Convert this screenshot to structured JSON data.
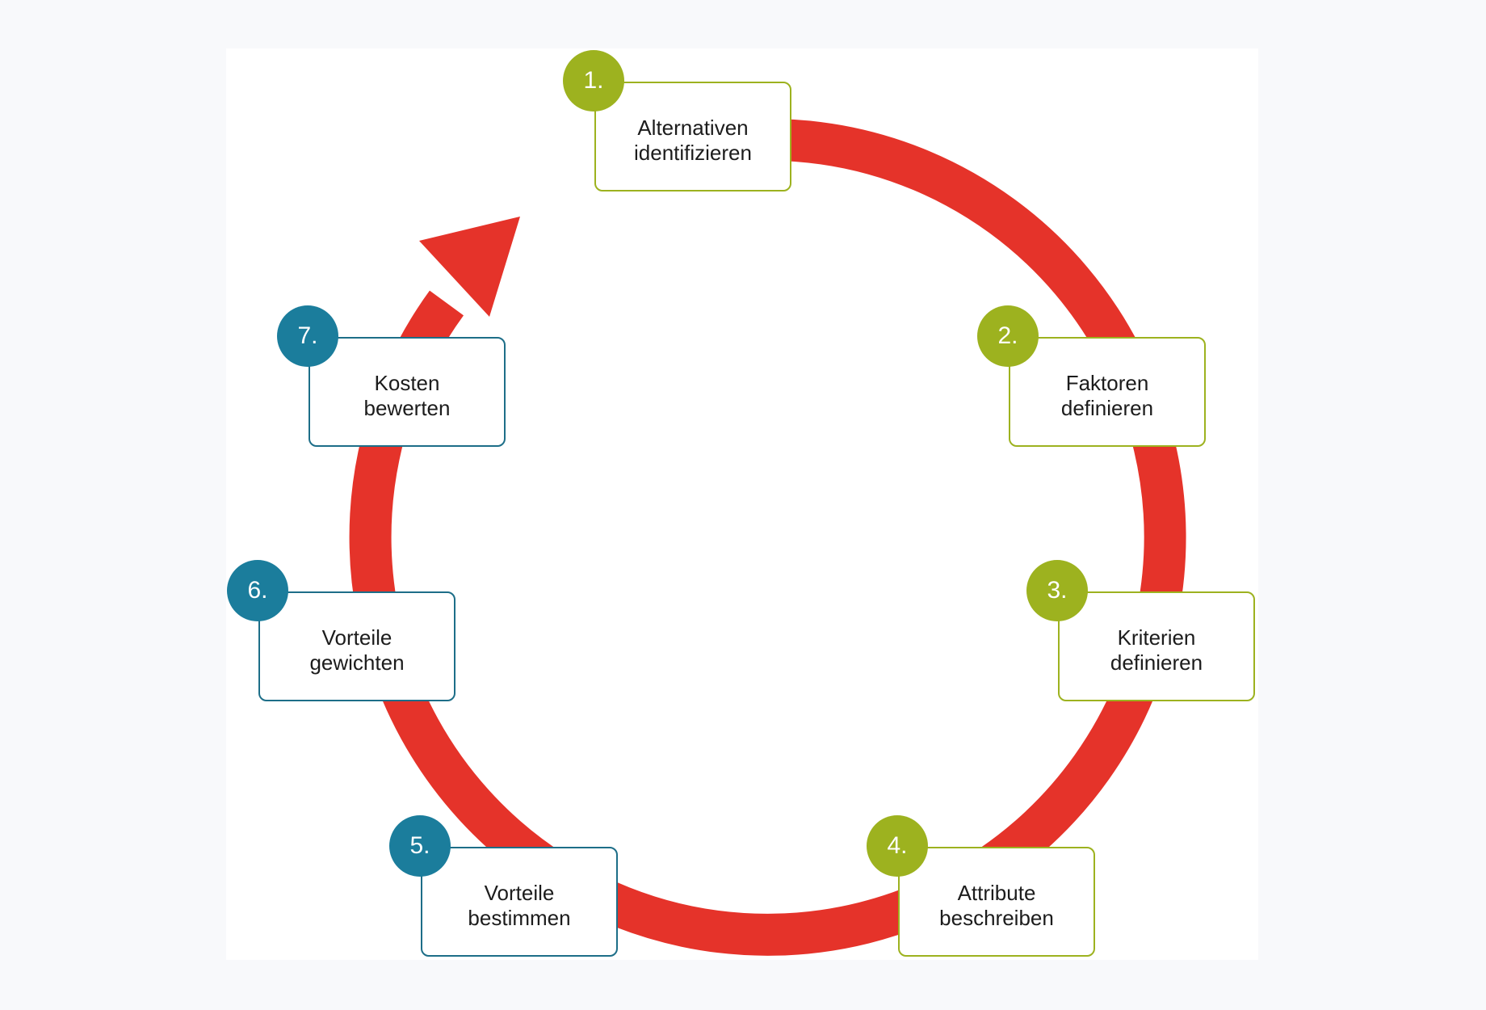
{
  "colors": {
    "cycle_arrow": "#e5332a",
    "phase_a": "#9db21f",
    "phase_b": "#1b7d9c",
    "phase_b_border": "#1d6e88"
  },
  "steps": [
    {
      "number": "1.",
      "label": "Alternativen\nidentifizieren",
      "color": "green"
    },
    {
      "number": "2.",
      "label": "Faktoren\ndefinieren",
      "color": "green"
    },
    {
      "number": "3.",
      "label": "Kriterien\ndefinieren",
      "color": "green"
    },
    {
      "number": "4.",
      "label": "Attribute\nbeschreiben",
      "color": "green"
    },
    {
      "number": "5.",
      "label": "Vorteile\nbestimmen",
      "color": "blue"
    },
    {
      "number": "6.",
      "label": "Vorteile\ngewichten",
      "color": "blue"
    },
    {
      "number": "7.",
      "label": "Kosten\nbewerten",
      "color": "blue"
    }
  ]
}
